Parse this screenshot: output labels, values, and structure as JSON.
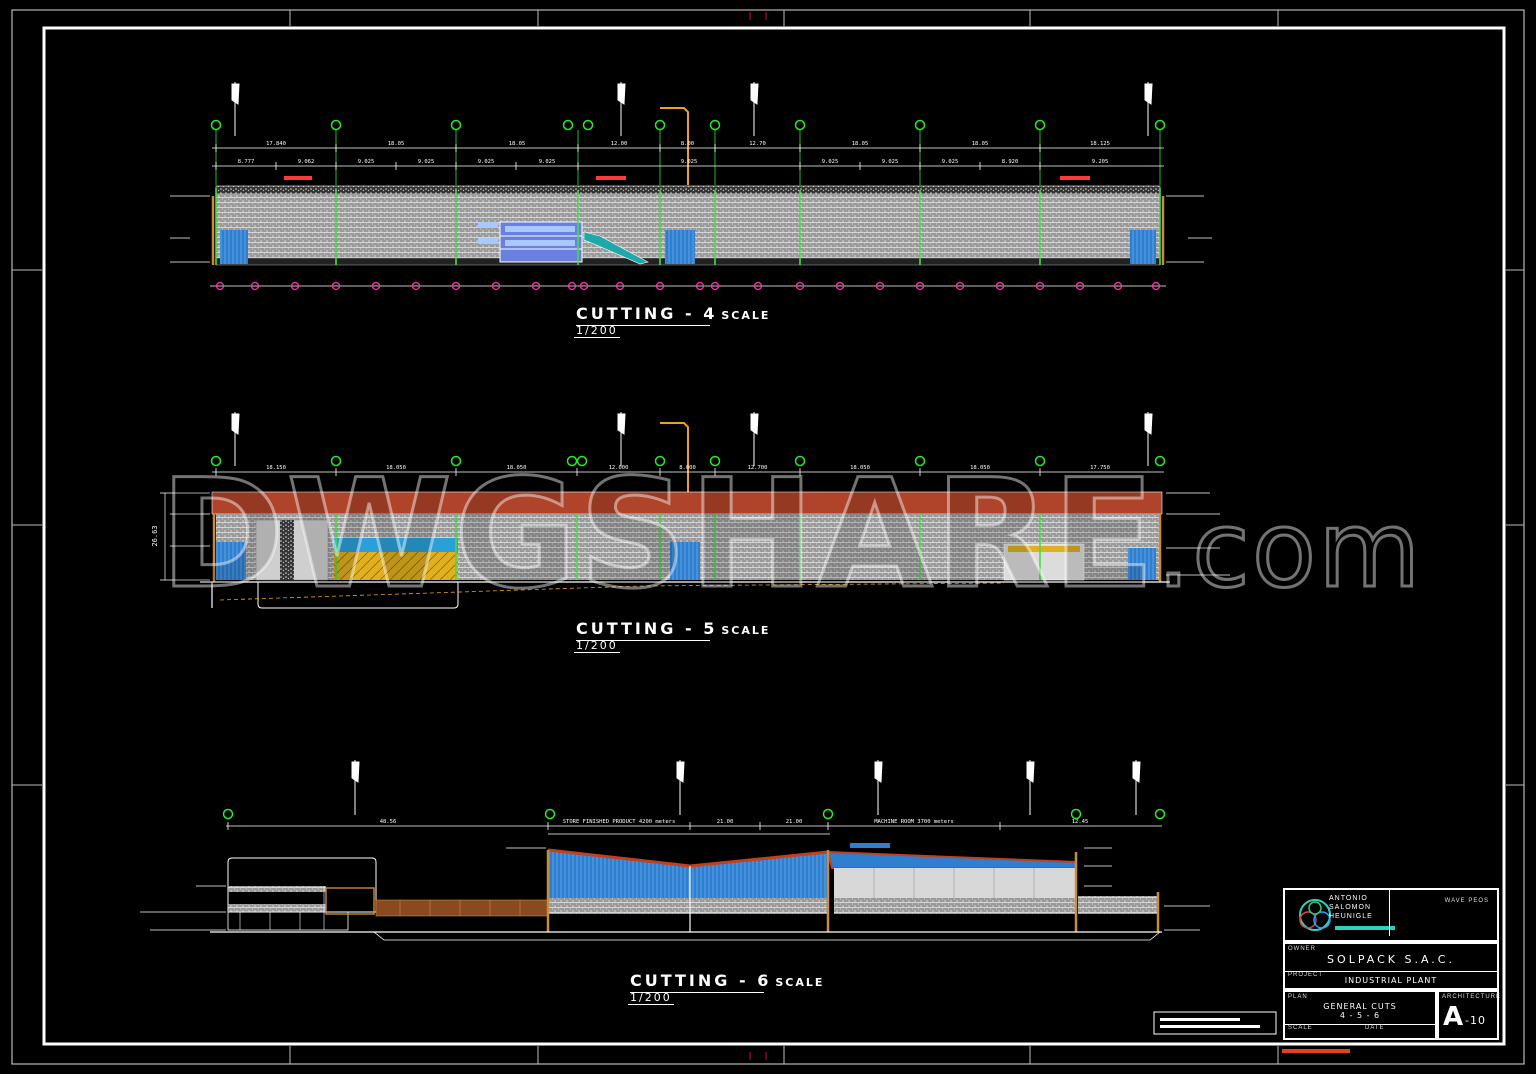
{
  "watermark": {
    "main": "DWGSHARE",
    "tld": ".com"
  },
  "cuttings": [
    {
      "title": "CUTTING - 4",
      "scale_word": "SCALE",
      "scale": "1/200"
    },
    {
      "title": "CUTTING - 5",
      "scale_word": "SCALE",
      "scale": "1/200"
    },
    {
      "title": "CUTTING - 6",
      "scale_word": "SCALE",
      "scale": "1/200"
    }
  ],
  "cut4_dims_top": [
    "17.840",
    "18.05",
    "18.05",
    "12.00",
    "8.00",
    "12.70",
    "18.05",
    "18.05",
    "18.125"
  ],
  "cut4_dims_bottom": [
    "8.777",
    "9.062",
    "9.025",
    "9.025",
    "9.025",
    "9.025",
    "9.025",
    "9.025",
    "9.025",
    "9.025",
    "8.920",
    "9.205"
  ],
  "cut5_dims": [
    "18.150",
    "18.050",
    "18.050",
    "12.000",
    "8.000",
    "12.700",
    "18.050",
    "18.050",
    "17.750"
  ],
  "cut5_vertical_dim": "26.63",
  "cut6_dims": [
    "48.56",
    "STORE FINISHED PRODUCT 4200 meters",
    "21.00",
    "21.00",
    "MACHINE ROOM 3700 meters",
    "12.45"
  ],
  "title_block": {
    "logo_lines": [
      "ANTONIO",
      "SALOMON",
      "HEUNIGLE"
    ],
    "sheet_ref": "WAVE PEOS",
    "owner_label": "OWNER",
    "owner": "SOLPACK S.A.C.",
    "project_label": "PROJECT",
    "project": "INDUSTRIAL PLANT",
    "plan_label": "PLAN",
    "plan_line1": "GENERAL CUTS",
    "plan_line2": "4 - 5 - 6",
    "discipline_label": "ARCHITECTURE",
    "sheet_letter": "A",
    "sheet_number": "-10",
    "scale_label": "SCALE",
    "date_label": "DATE"
  },
  "colors": {
    "grid_marker": "#22ee22",
    "roof": "#b0442a",
    "blue": "#2f7fd0",
    "level_tag": "#ff3a3a",
    "column_base": "#ff33aa"
  }
}
